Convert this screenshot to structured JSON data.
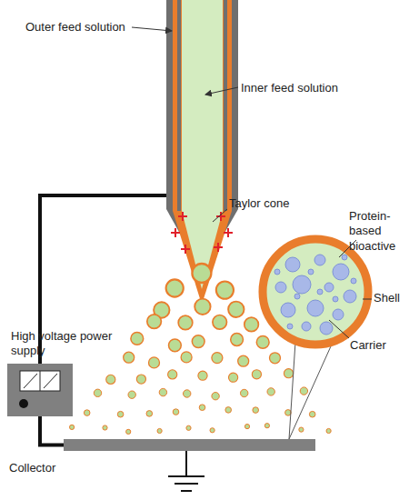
{
  "diagram": {
    "nodes": [
      {
        "text": [
          "High voltage power supply"
        ]
      },
      {
        "text": [
          "Collector"
        ]
      }
    ],
    "edges": [
      {
        "from": 0,
        "to": 1,
        "arrow": "none"
      }
    ],
    "labels": [
      "Outer feed solution",
      "Inner feed solution",
      "Taylor cone",
      "Protein-based bioactive",
      "Shell",
      "Carrier"
    ]
  }
}
